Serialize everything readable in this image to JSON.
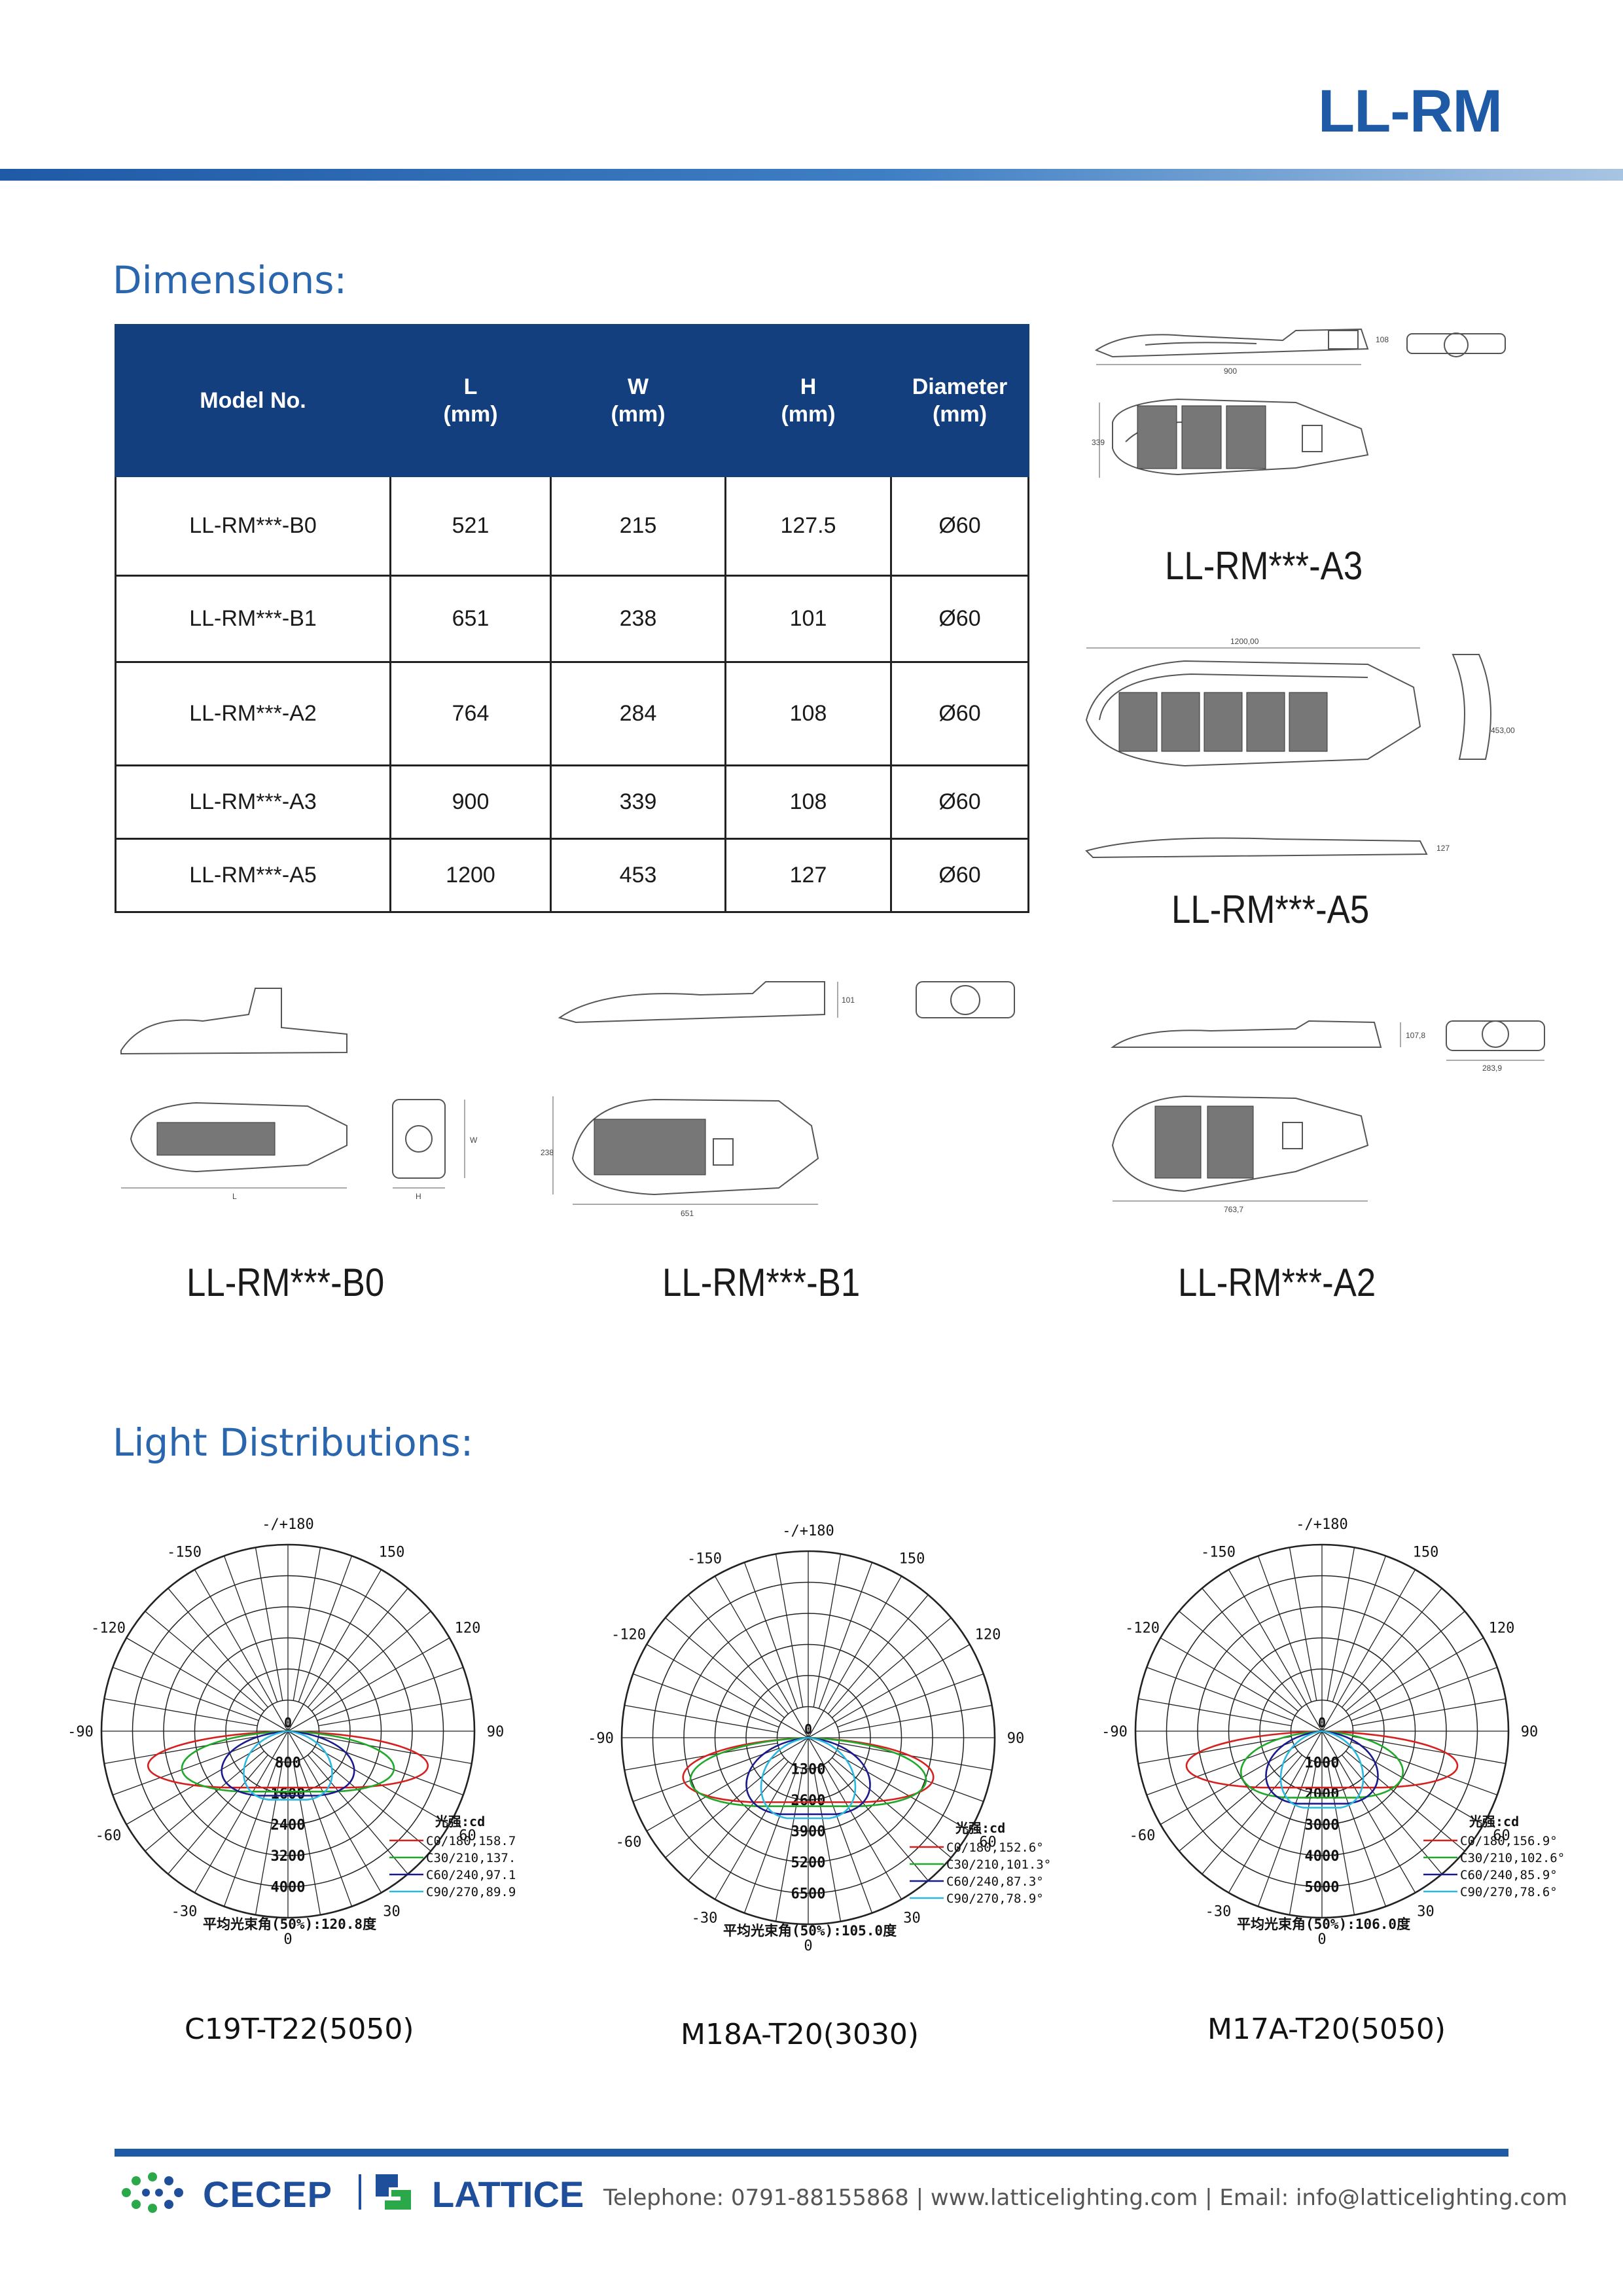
{
  "header": {
    "title": "LL-RM"
  },
  "dimensions": {
    "heading": "Dimensions:",
    "table": {
      "headers": [
        "Model No.",
        "L\n(mm)",
        "W\n(mm)",
        "H\n(mm)",
        "Diameter\n(mm)"
      ],
      "rows": [
        [
          "LL-RM***-B0",
          "521",
          "215",
          "127.5",
          "Ø60"
        ],
        [
          "LL-RM***-B1",
          "651",
          "238",
          "101",
          "Ø60"
        ],
        [
          "LL-RM***-A2",
          "764",
          "284",
          "108",
          "Ø60"
        ],
        [
          "LL-RM***-A3",
          "900",
          "339",
          "108",
          "Ø60"
        ],
        [
          "LL-RM***-A5",
          "1200",
          "453",
          "127",
          "Ø60"
        ]
      ]
    },
    "drawings": {
      "a3": {
        "caption": "LL-RM***-A3",
        "dim_l": "900",
        "dim_w": "339",
        "dim_h": "108"
      },
      "a5": {
        "caption": "LL-RM***-A5",
        "dim_l": "1200,00",
        "dim_w": "453,00",
        "dim_h": "127"
      },
      "b0": {
        "caption": "LL-RM***-B0",
        "dim_l": "L",
        "dim_w": "W",
        "dim_h": "H"
      },
      "b1": {
        "caption": "LL-RM***-B1",
        "dim_l": "651",
        "dim_w": "238",
        "dim_h": "101"
      },
      "a2": {
        "caption": "LL-RM***-A2",
        "dim_l": "763,7",
        "dim_w": "283,9",
        "dim_h": "107,8"
      }
    }
  },
  "light_distributions": {
    "heading": "Light Distributions:",
    "charts": [
      {
        "caption": "C19T-T22(5050)",
        "angle_top": "-/+180",
        "rings": [
          "800",
          "1600",
          "2400",
          "3200",
          "4000"
        ],
        "unit_label": "光强:cd",
        "legend": [
          "C0/180,158.7",
          "C30/210,137.",
          "C60/240,97.1",
          "C90/270,89.9"
        ],
        "beam_angle": "平均光束角(50%):120.8度"
      },
      {
        "caption": "M18A-T20(3030)",
        "angle_top": "-/+180",
        "rings": [
          "1300",
          "2600",
          "3900",
          "5200",
          "6500"
        ],
        "unit_label": "光强:cd",
        "legend": [
          "C0/180,152.6°",
          "C30/210,101.3°",
          "C60/240,87.3°",
          "C90/270,78.9°"
        ],
        "beam_angle": "平均光束角(50%):105.0度"
      },
      {
        "caption": "M17A-T20(5050)",
        "angle_top": "-/+180",
        "rings": [
          "1000",
          "2000",
          "3000",
          "4000",
          "5000"
        ],
        "unit_label": "光强:cd",
        "legend": [
          "C0/180,156.9°",
          "C30/210,102.6°",
          "C60/240,85.9°",
          "C90/270,78.6°"
        ],
        "beam_angle": "平均光束角(50%):106.0度"
      }
    ],
    "angle_labels": {
      "a150": "150",
      "a120": "120",
      "a90": "90",
      "a60": "60",
      "a30": "30",
      "n150": "-150",
      "n120": "-120",
      "n90": "-90",
      "n60": "-60",
      "n30": "-30",
      "zero": "0"
    },
    "legend_colors": [
      "#d62020",
      "#1fa82a",
      "#1a1a8c",
      "#2ab8e0"
    ]
  },
  "footer": {
    "brand1": "CECEP",
    "brand2": "LATTICE",
    "contact": "Telephone: 0791-88155868   |  www.latticelighting.com   |  Email: info@latticelighting.com",
    "brand_colors": {
      "blue": "#1f4f9a",
      "green": "#2aa84a"
    }
  }
}
